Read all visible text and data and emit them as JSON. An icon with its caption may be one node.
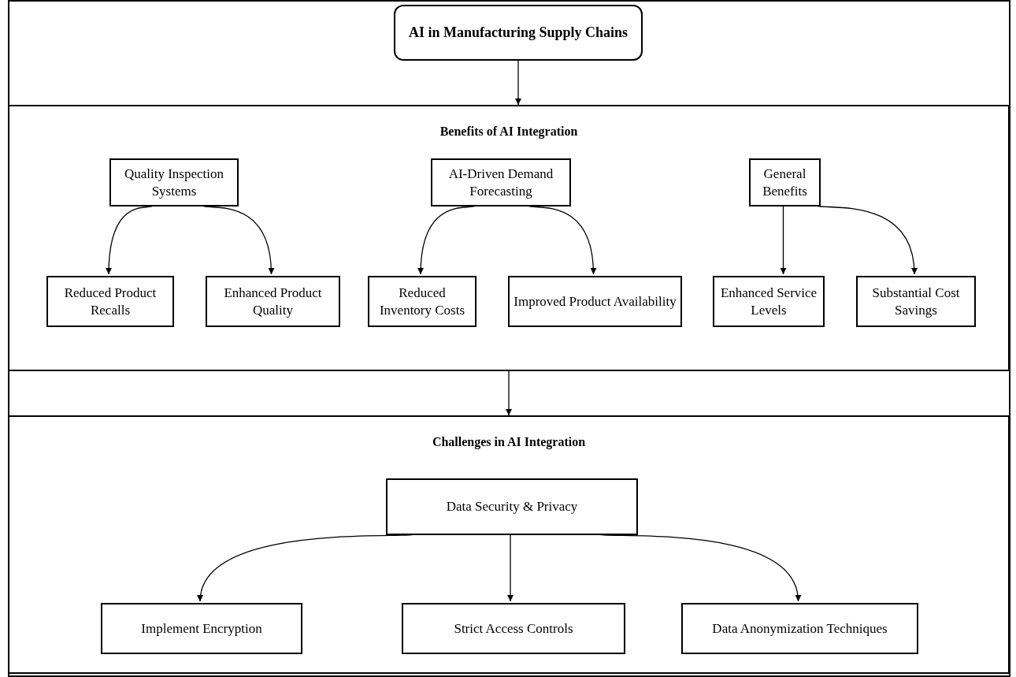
{
  "diagram": {
    "nodes": [
      {
        "text": [
          "AI in Manufacturing Supply Chains"
        ]
      },
      {
        "text": [
          "Benefits of AI Integration"
        ]
      },
      {
        "text": [
          "Quality Inspection Systems"
        ],
        "in": 1
      },
      {
        "text": [
          "Reduced Product Recalls"
        ],
        "in": 1
      },
      {
        "text": [
          "Enhanced Product Quality"
        ],
        "in": 1
      },
      {
        "text": [
          "AI-Driven Demand Forecasting"
        ],
        "in": 1
      },
      {
        "text": [
          "Reduced Inventory Costs"
        ],
        "in": 1
      },
      {
        "text": [
          "Improved Product Availability"
        ],
        "in": 1
      },
      {
        "text": [
          "General Benefits"
        ],
        "in": 1
      },
      {
        "text": [
          "Enhanced Service Levels"
        ],
        "in": 1
      },
      {
        "text": [
          "Substantial Cost Savings"
        ],
        "in": 1
      },
      {
        "text": [
          "Challenges in AI Integration"
        ]
      },
      {
        "text": [
          "Data Security & Privacy"
        ],
        "in": 11
      },
      {
        "text": [
          "Implement Encryption"
        ],
        "in": 11
      },
      {
        "text": [
          "Strict Access Controls"
        ],
        "in": 11
      },
      {
        "text": [
          "Data Anonymization Techniques"
        ],
        "in": 11
      }
    ],
    "edges": [
      {
        "from": 0,
        "to": 1,
        "arrow": "to"
      },
      {
        "from": 2,
        "to": 3,
        "arrow": "to"
      },
      {
        "from": 2,
        "to": 4,
        "arrow": "to"
      },
      {
        "from": 5,
        "to": 6,
        "arrow": "to"
      },
      {
        "from": 5,
        "to": 7,
        "arrow": "to"
      },
      {
        "from": 8,
        "to": 9,
        "arrow": "to"
      },
      {
        "from": 8,
        "to": 10,
        "arrow": "to"
      },
      {
        "from": 1,
        "to": 11,
        "arrow": "to"
      },
      {
        "from": 12,
        "to": 13,
        "arrow": "to"
      },
      {
        "from": 12,
        "to": 14,
        "arrow": "to"
      },
      {
        "from": 12,
        "to": 15,
        "arrow": "to"
      }
    ]
  }
}
